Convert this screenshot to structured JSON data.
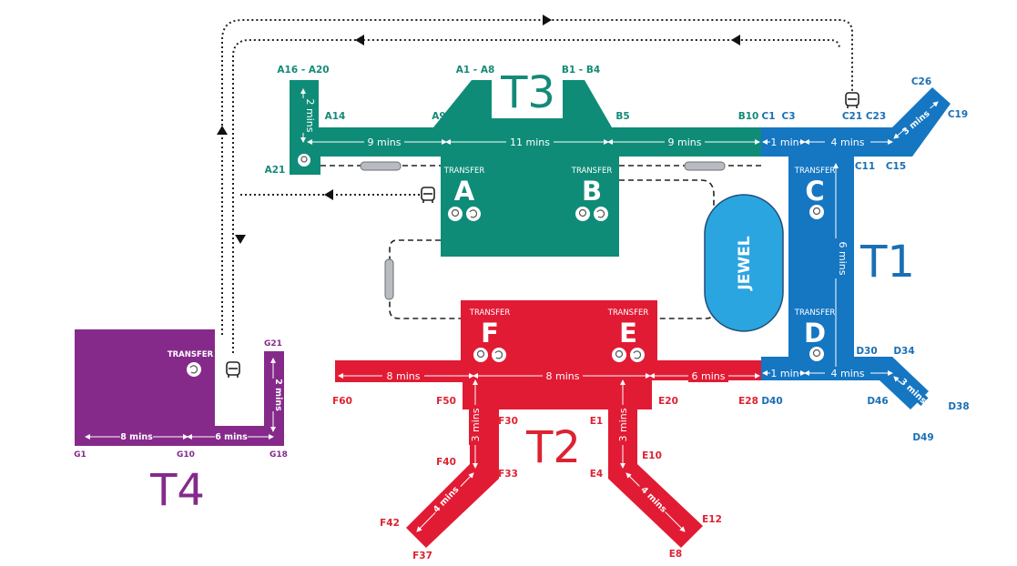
{
  "colors": {
    "t1": "#1576c2",
    "t2": "#e21b34",
    "t3": "#0f8c78",
    "t4": "#852a8b",
    "jewel": "#2ba5e0",
    "t1_label": "#1a6fb5",
    "t2_label": "#dd2231",
    "t3_label": "#148a78",
    "t4_label": "#852a8b"
  },
  "terminals": {
    "t1": "T1",
    "t2": "T2",
    "t3": "T3",
    "t4": "T4"
  },
  "jewel": "JEWEL",
  "transfer_label": "TRANSFER",
  "transfer_areas": [
    {
      "id": "a",
      "letter": "A"
    },
    {
      "id": "b",
      "letter": "B"
    },
    {
      "id": "c",
      "letter": "C"
    },
    {
      "id": "d",
      "letter": "D"
    },
    {
      "id": "e",
      "letter": "E"
    },
    {
      "id": "f",
      "letter": "F"
    }
  ],
  "gates": {
    "t3": {
      "a16_a20": "A16 - A20",
      "a1_a8": "A1 - A8",
      "b1_b4": "B1 - B4",
      "a14": "A14",
      "a9": "A9",
      "b5": "B5",
      "b10": "B10",
      "a21": "A21"
    },
    "t1": {
      "c1": "C1",
      "c3": "C3",
      "c21": "C21",
      "c23": "C23",
      "c26": "C26",
      "c19": "C19",
      "c11": "C11",
      "c15": "C15",
      "d30": "D30",
      "d34": "D34",
      "d40": "D40",
      "d46": "D46",
      "d38": "D38",
      "d49": "D49"
    },
    "t2": {
      "f60": "F60",
      "f50": "F50",
      "f30": "F30",
      "e1": "E1",
      "e20": "E20",
      "e28": "E28",
      "f40": "F40",
      "f33": "F33",
      "e4": "E4",
      "e10": "E10",
      "f42": "F42",
      "f37": "F37",
      "e12": "E12",
      "e8": "E8"
    },
    "t4": {
      "g21": "G21",
      "g1": "G1",
      "g10": "G10",
      "g18": "G18"
    }
  },
  "walk_times": {
    "t3_a_pier": "2 mins",
    "t3_seg1": "9 mins",
    "t3_seg2": "11 mins",
    "t3_seg3": "9 mins",
    "t1_c_seg1": "1 min",
    "t1_c_seg2": "4 mins",
    "t1_c_diag": "3 mins",
    "t1_vertical": "6 mins",
    "t1_d_seg1": "1 min",
    "t1_d_seg2": "4 mins",
    "t1_d_diag": "3 mins",
    "t2_seg1": "8 mins",
    "t2_seg2": "8 mins",
    "t2_seg3": "6 mins",
    "t2_f_vert": "3 mins",
    "t2_e_vert": "3 mins",
    "t2_f_diag": "4 mins",
    "t2_e_diag": "4 mins",
    "t4_seg1": "8 mins",
    "t4_seg2": "6 mins",
    "t4_vert": "2 mins"
  }
}
